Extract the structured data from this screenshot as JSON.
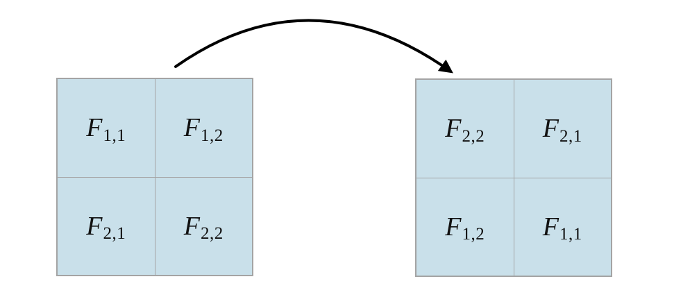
{
  "diagram": {
    "colors": {
      "cell_fill": "#c9e0ea",
      "grid_line": "#a4a4a4",
      "arrow": "#000000",
      "text": "#111111"
    },
    "left_matrix": {
      "cells": [
        {
          "base": "F",
          "sub": "1,1"
        },
        {
          "base": "F",
          "sub": "1,2"
        },
        {
          "base": "F",
          "sub": "2,1"
        },
        {
          "base": "F",
          "sub": "2,2"
        }
      ]
    },
    "right_matrix": {
      "cells": [
        {
          "base": "F",
          "sub": "2,2"
        },
        {
          "base": "F",
          "sub": "2,1"
        },
        {
          "base": "F",
          "sub": "1,2"
        },
        {
          "base": "F",
          "sub": "1,1"
        }
      ]
    }
  }
}
